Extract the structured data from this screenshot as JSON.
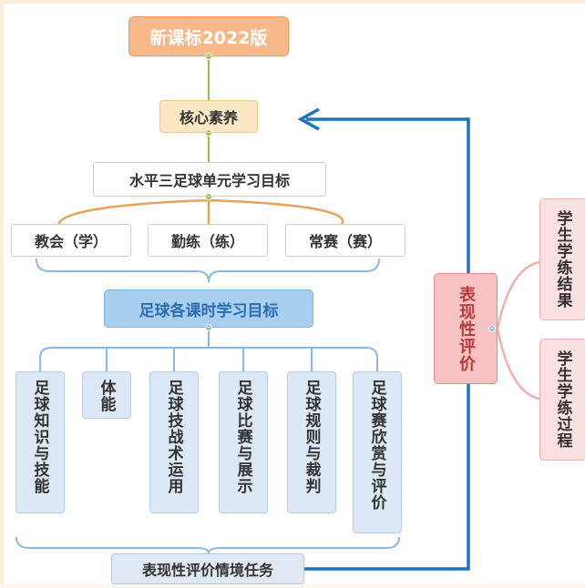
{
  "diagram": {
    "top_title": "新课标2022版",
    "core": "核心素养",
    "level_goal": "水平三足球单元学习目标",
    "three_parts": [
      "教会（学）",
      "勤练（练）",
      "常赛（赛）"
    ],
    "course_goal": "足球各课时学习目标",
    "columns": [
      "足球知识与技能",
      "体能",
      "足球技战术运用",
      "足球比赛与展示",
      "足球规则与裁判",
      "足球赛欣赏与评价"
    ],
    "task": "表现性评价情境任务",
    "evaluation": "表现性评价",
    "outcomes": [
      "学生学练结果",
      "学生学练过程"
    ]
  },
  "colors": {
    "top_fill": "#f7b98a",
    "core_fill": "#fbe7c4",
    "course_fill": "#a9cff0",
    "column_fill": "#dce8f6",
    "eval_fill": "#f7c2c2",
    "outcome_fill": "#fbe1e1",
    "orange_line": "#e6a25a",
    "green_line": "#9ac24a",
    "blue_line": "#8cb8e3",
    "arrow_blue": "#1d73c3",
    "pink_line": "#f1b0b0"
  }
}
